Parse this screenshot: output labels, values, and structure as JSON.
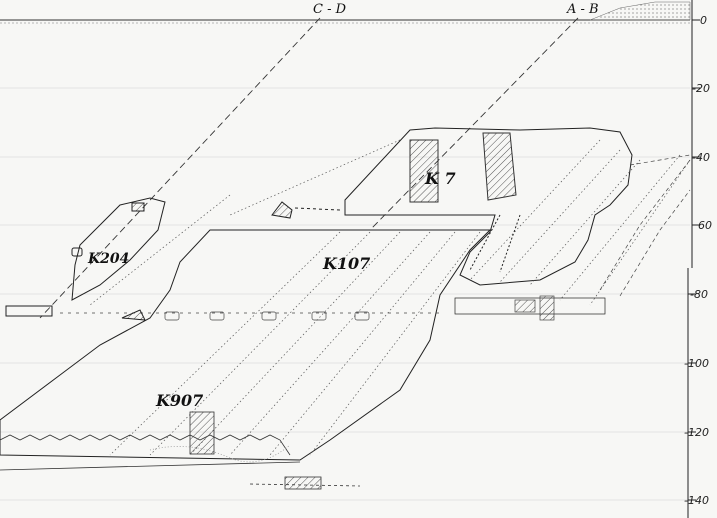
{
  "section_lines": [
    {
      "label": "C - D"
    },
    {
      "label": "A - B"
    }
  ],
  "depth_scale": {
    "ticks": [
      "0",
      "-20",
      "-40",
      "60",
      "-80",
      "-100",
      "-120",
      "-140"
    ]
  },
  "blocks": [
    {
      "label": "K 7"
    },
    {
      "label": "K107"
    },
    {
      "label": "K204"
    },
    {
      "label": "K907"
    }
  ],
  "colors": {
    "ink": "#222222",
    "paper": "#f7f7f5",
    "hatch": "#555555"
  }
}
